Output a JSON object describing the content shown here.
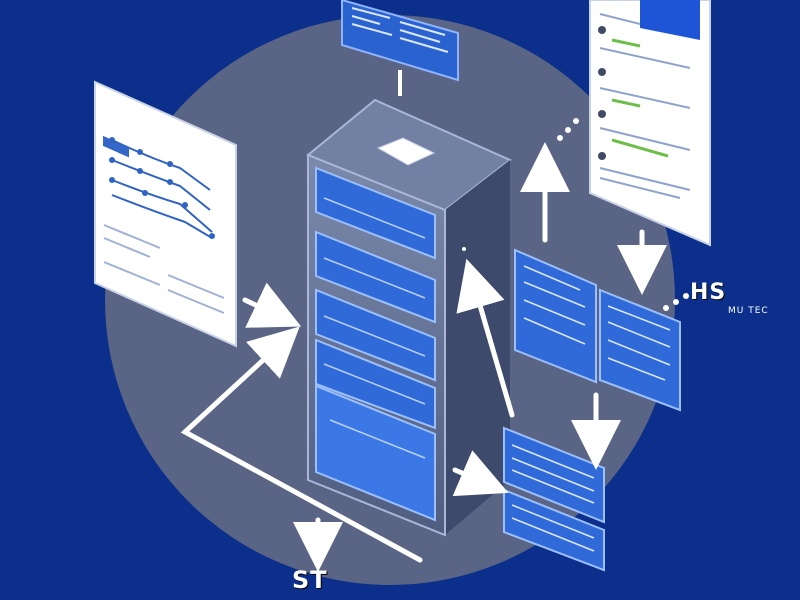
{
  "labels": {
    "hs_main": "HS",
    "hs_sub": "MU TEC",
    "st_main": "ST",
    "st_sub": "",
    "server_caption": "",
    "doc_title": ""
  },
  "colors": {
    "background": "#0b2f8a",
    "circle": "#5a6586",
    "rack_front": "#6a7899",
    "rack_side": "#3e4a6b",
    "screen_blue": "#2f6ad8",
    "arrow": "#ffffff",
    "panel": "#ffffff"
  }
}
